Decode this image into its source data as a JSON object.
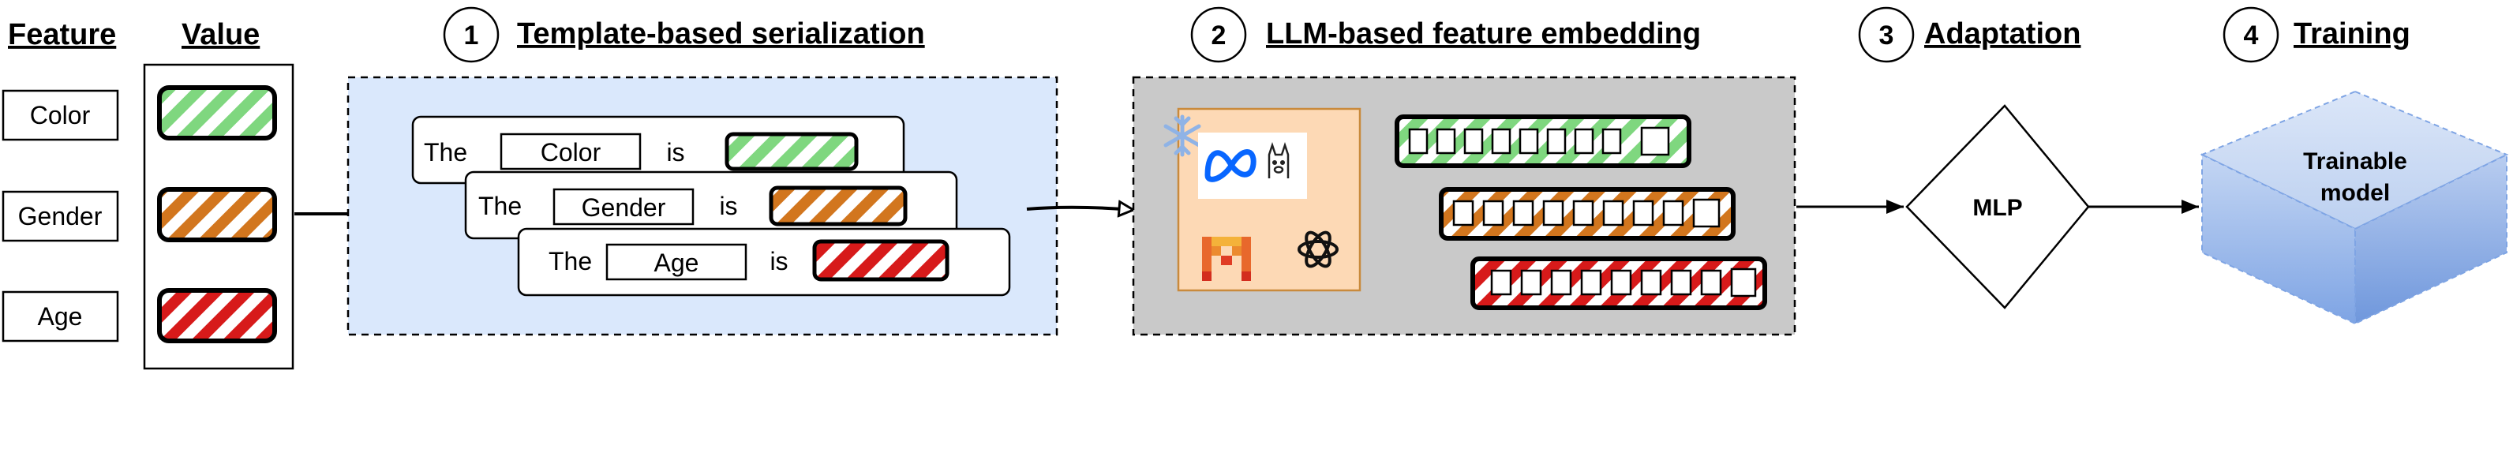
{
  "headers": {
    "feature": "Feature",
    "value": "Value"
  },
  "features": [
    "Color",
    "Gender",
    "Age"
  ],
  "colors": {
    "green": "#7fd77f",
    "orange": "#d2761e",
    "red": "#d71a1a",
    "panel_blue": "#dae8fc",
    "panel_gray": "#c9c9c9",
    "llm_box": "#fdd9b5",
    "llm_box_border": "#c98a3c",
    "model_blue": "#a9c4ee"
  },
  "steps": [
    {
      "number": "1",
      "title": "Template-based serialization"
    },
    {
      "number": "2",
      "title": "LLM-based feature embedding"
    },
    {
      "number": "3",
      "title": "Adaptation"
    },
    {
      "number": "4",
      "title": "Training"
    }
  ],
  "templates": [
    {
      "prefix": "The",
      "feature": "Color",
      "verb": "is"
    },
    {
      "prefix": "The",
      "feature": "Gender",
      "verb": "is"
    },
    {
      "prefix": "The",
      "feature": "Age",
      "verb": "is"
    }
  ],
  "llm_icons": [
    "snowflake-icon",
    "meta-logo-icon",
    "llama-logo-icon",
    "mistral-logo-icon",
    "openai-logo-icon"
  ],
  "adaptation_label": "MLP",
  "model_label_line1": "Trainable",
  "model_label_line2": "model"
}
